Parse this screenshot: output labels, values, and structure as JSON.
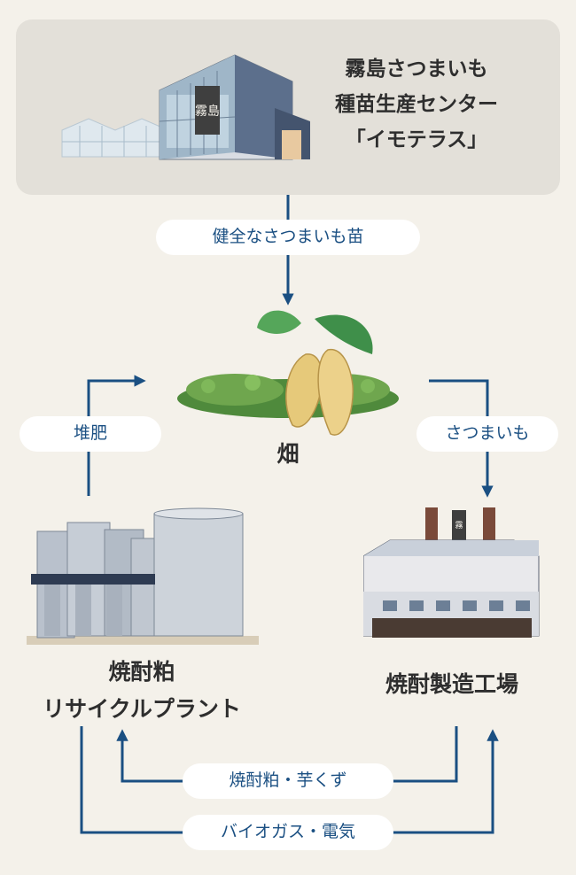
{
  "center": {
    "line1": "霧島さつまいも",
    "line2": "種苗生産センター",
    "line3": "「イモテラス」"
  },
  "flows": {
    "seedlings": "健全なさつまいも苗",
    "compost": "堆肥",
    "sweet_potato": "さつまいも",
    "residue": "焼酎粕・芋くず",
    "biogas": "バイオガス・電気"
  },
  "nodes": {
    "field": "畑",
    "recycle_line1": "焼酎粕",
    "recycle_line2": "リサイクルプラント",
    "factory": "焼酎製造工場"
  },
  "colors": {
    "arrow": "#1a4f82",
    "panel": "#e3e0d9",
    "background": "#f4f1ea"
  }
}
